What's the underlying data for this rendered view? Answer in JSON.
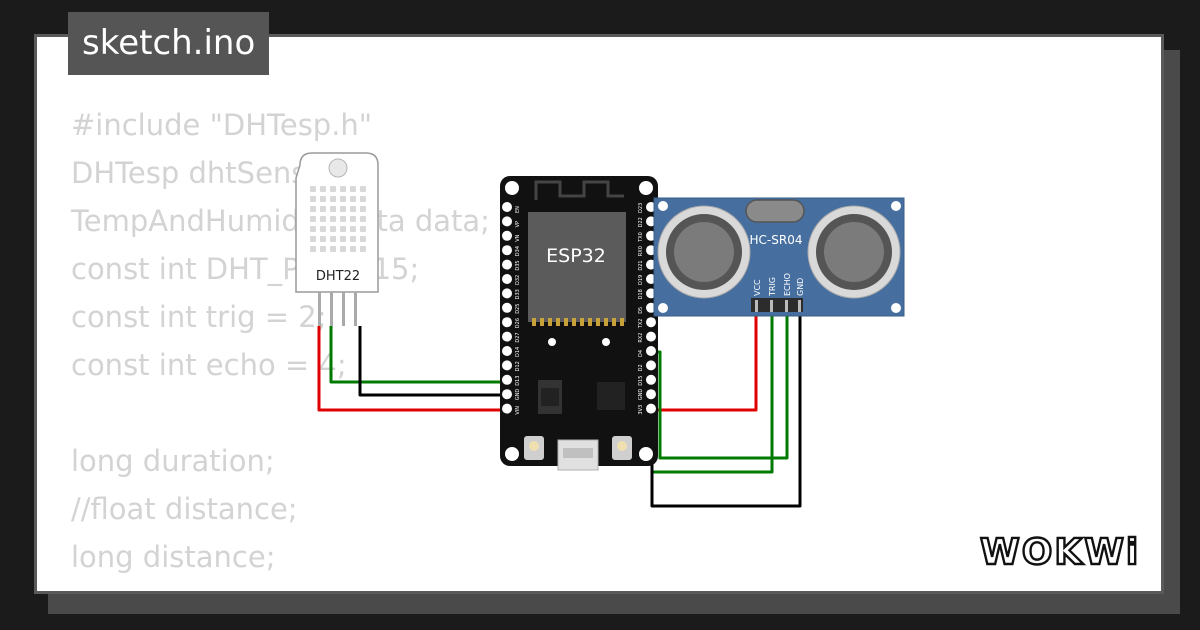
{
  "filename_tab": "sketch.ino",
  "code_lines": [
    "#include \"DHTesp.h\"",
    "DHTesp dhtSensor;",
    "TempAndHumidityData data;",
    "const int DHT_PIN = 15;",
    "const int trig = 2;",
    "const int echo = 4;",
    "",
    "long duration;",
    "//float distance;",
    "long distance;"
  ],
  "components": {
    "dht_label": "DHT22",
    "esp_label": "ESP32",
    "hcsr_label": "HC-SR04",
    "hcsr_pins": [
      "VCC",
      "TRIG",
      "ECHO",
      "GND"
    ],
    "esp_left_pins": [
      "EN",
      "VP",
      "VN",
      "D34",
      "D35",
      "D32",
      "D33",
      "D25",
      "D26",
      "D27",
      "D14",
      "D12",
      "D13",
      "GND",
      "VIN"
    ],
    "esp_right_pins": [
      "D23",
      "D22",
      "TX0",
      "RX0",
      "D21",
      "D19",
      "D18",
      "D5",
      "TX2",
      "RX2",
      "D4",
      "D2",
      "D15",
      "GND",
      "3V3"
    ]
  },
  "wire_colors": {
    "red": "#e00000",
    "green": "#007a00",
    "black": "#000000"
  },
  "brand": "WOKWi"
}
